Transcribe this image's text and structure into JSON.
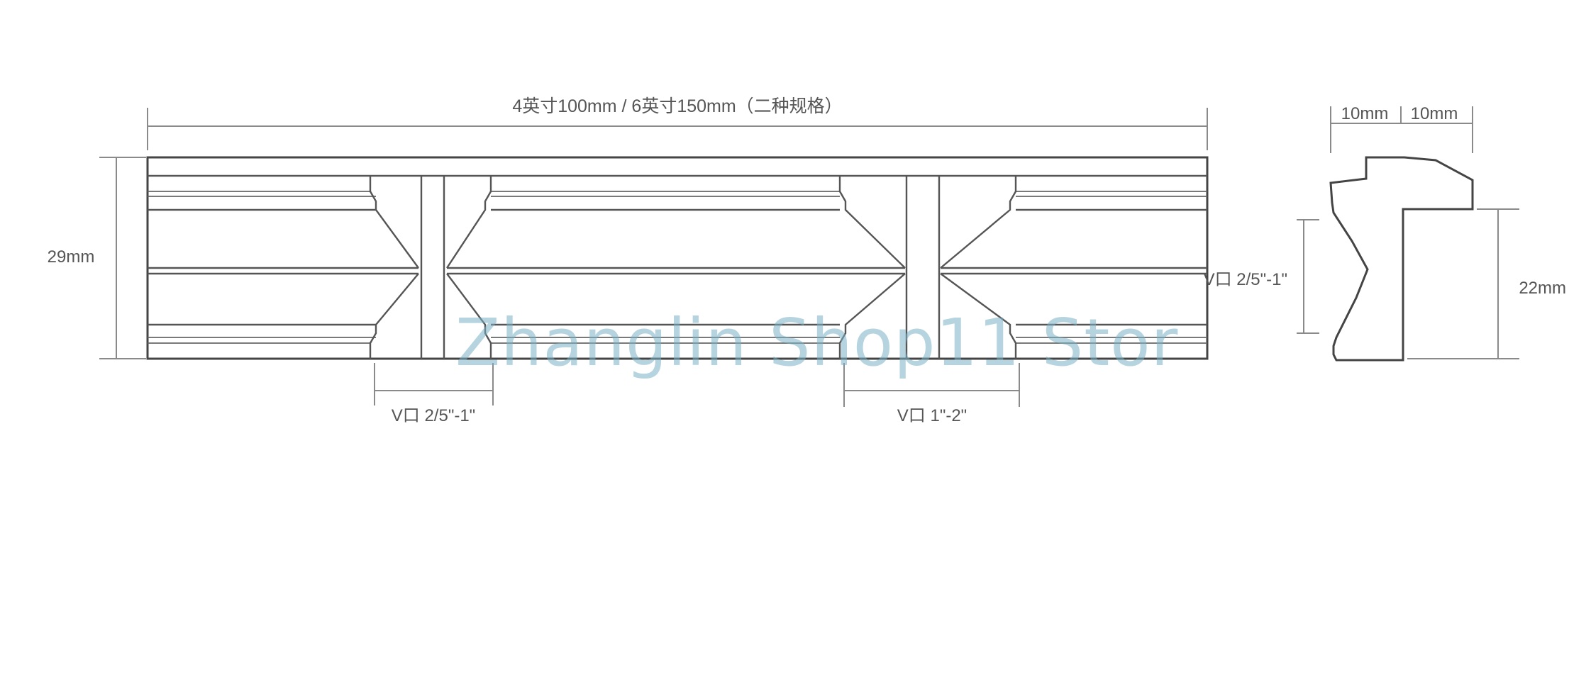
{
  "top_dimension": "4英寸100mm / 6英寸150mm（二种规格）",
  "left_height": "29mm",
  "v_label_left": "V口 2/5\"-1\"",
  "v_label_right": "V口 1\"-2\"",
  "profile_top_left": "10mm",
  "profile_top_right": "10mm",
  "profile_v_label": "V口 2/5\"-1\"",
  "profile_height": "22mm",
  "watermark": "Zhanglin Shop11 Stor"
}
